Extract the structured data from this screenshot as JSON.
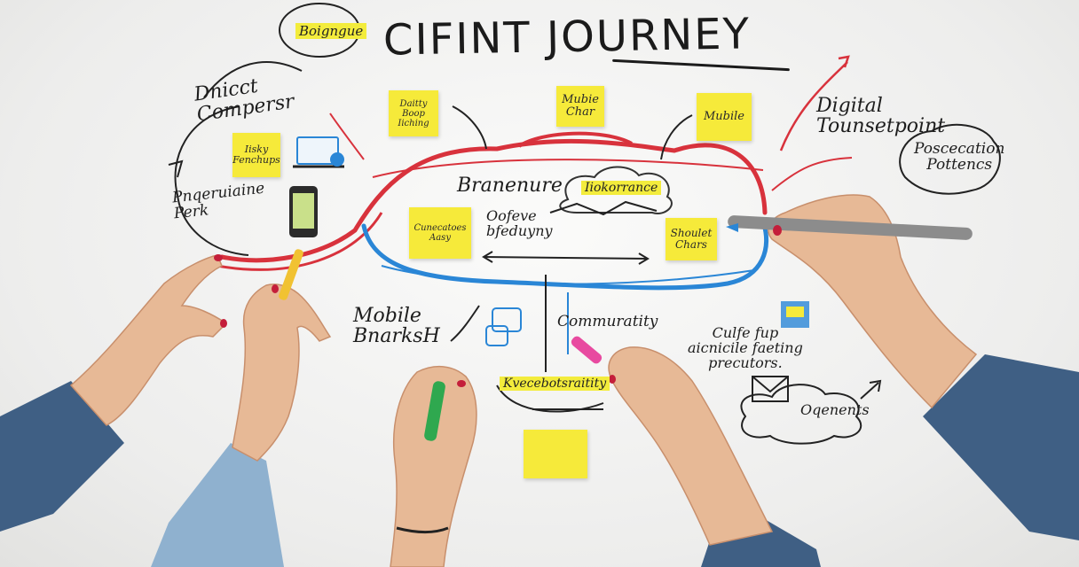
{
  "title": "CIFINT JOURNEY",
  "labels": {
    "top_left_bubble": "Boigngue",
    "direct": "Dnicct\nCompersr",
    "progressive": "Pnqeruiaine\nPerk",
    "digital": "Digital\nTounsetpoint",
    "posceation": "Poscecation\nPottencs",
    "branch": "Branenure",
    "cloud_label": "Iiokorrance",
    "ofeve": "Oofeve\nbfeduyny",
    "mobile_brand": "Mobile\nBnarksH",
    "community": "Commuratity",
    "culte": "Culfe fup\naicnicile faeting\nprecutors.",
    "kvecebotsraitity": "Kvecebotsraitity",
    "oqenents": "Oqenents"
  },
  "stickies": {
    "s1": "Daitty\nBoop\nIiching",
    "s2": "Mubie\nChar",
    "s3": "Mubile",
    "s4": "Iisky\nFenchups",
    "s5": "Cunecatoes\nAasy",
    "s6": "Shoulet\nChars",
    "s7": ""
  },
  "colors": {
    "red_marker": "#d8323c",
    "blue_marker": "#2a86d6",
    "ink": "#1d1d1d",
    "sticky_yellow": "#f6ea3a"
  },
  "icons": [
    "phone-icon",
    "laptop-icon",
    "envelope-icon",
    "cloud-icon",
    "chat-bubble-icon",
    "arrow-icon"
  ]
}
